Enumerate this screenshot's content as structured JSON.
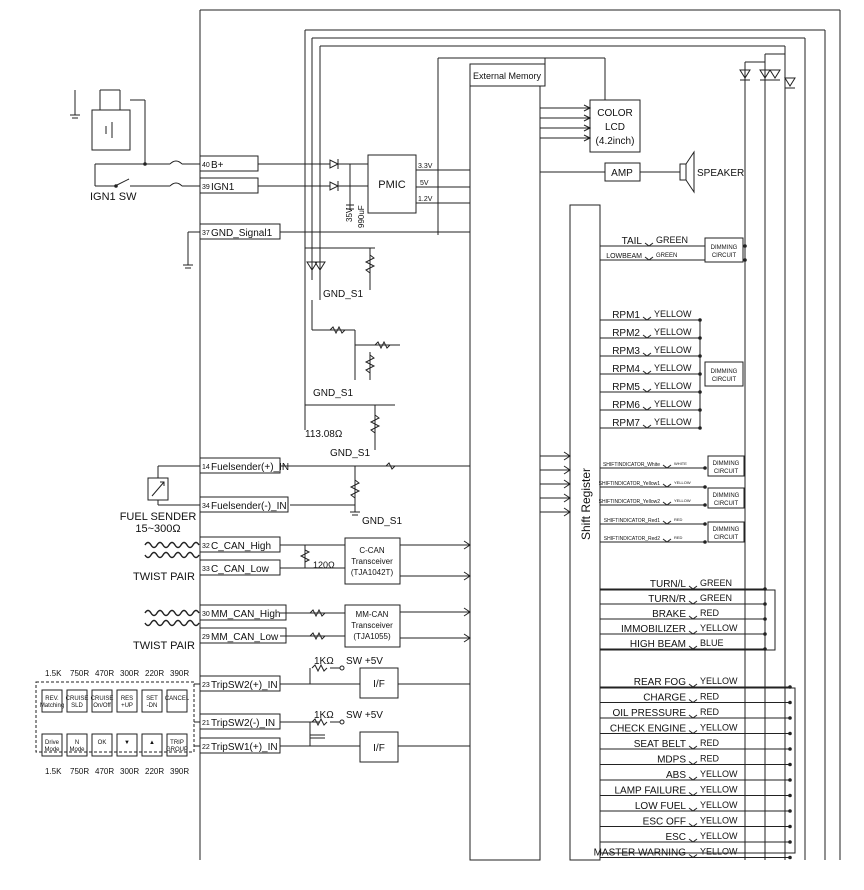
{
  "components": {
    "external_memory": "External Memory",
    "color_lcd": [
      "COLOR",
      "LCD",
      "(4.2inch)"
    ],
    "amp": "AMP",
    "speaker": "SPEAKER",
    "pmic": "PMIC",
    "pmic_out_33": "3.3V",
    "pmic_out_5": "5V",
    "pmic_out_12": "1.2V",
    "cap_35v": "35V",
    "cap_990uf": "990uF",
    "ign1_sw": "IGN1 SW",
    "shift_register": "Shift Register",
    "ccan": [
      "C-CAN",
      "Transceiver",
      "(TJA1042T)"
    ],
    "mmcan": [
      "MM-CAN",
      "Transceiver",
      "(TJA1055)"
    ],
    "ccan_res": "120Ω",
    "res_113": "113.08Ω",
    "fuel_sender": [
      "FUEL SENDER",
      "15~300Ω"
    ],
    "twist_pair": "TWIST PAIR",
    "if_label": "I/F",
    "res_1k": "1KΩ",
    "sw5v": "SW +5V",
    "gnd_s1": "GND_S1"
  },
  "pins": [
    {
      "num": "40",
      "label": "B+"
    },
    {
      "num": "39",
      "label": "IGN1"
    },
    {
      "num": "37",
      "label": "GND_Signal1"
    },
    {
      "num": "14",
      "label": "Fuelsender(+)_IN"
    },
    {
      "num": "34",
      "label": "Fuelsender(-)_IN"
    },
    {
      "num": "32",
      "label": "C_CAN_High"
    },
    {
      "num": "33",
      "label": "C_CAN_Low"
    },
    {
      "num": "30",
      "label": "MM_CAN_High"
    },
    {
      "num": "29",
      "label": "MM_CAN_Low"
    },
    {
      "num": "23",
      "label": "TripSW2(+)_IN"
    },
    {
      "num": "21",
      "label": "TripSW2(-)_IN"
    },
    {
      "num": "22",
      "label": "TripSW1(+)_IN"
    }
  ],
  "lamps_top": [
    {
      "name": "TAIL",
      "color": "GREEN"
    },
    {
      "name": "LOWBEAM",
      "color": "GREEN"
    }
  ],
  "dimming": "DIMMING CIRCUIT",
  "rpm": [
    {
      "name": "RPM1",
      "color": "YELLOW"
    },
    {
      "name": "RPM2",
      "color": "YELLOW"
    },
    {
      "name": "RPM3",
      "color": "YELLOW"
    },
    {
      "name": "RPM4",
      "color": "YELLOW"
    },
    {
      "name": "RPM5",
      "color": "YELLOW"
    },
    {
      "name": "RPM6",
      "color": "YELLOW"
    },
    {
      "name": "RPM7",
      "color": "YELLOW"
    }
  ],
  "shift_ind": [
    {
      "name": "SHIFTINDICATOR_White",
      "color": "WHITE"
    },
    {
      "name": "SHIFTINDICATOR_Yellow1",
      "color": "YELLOW"
    },
    {
      "name": "SHIFTINDICATOR_Yellow2",
      "color": "YELLOW"
    },
    {
      "name": "SHIFTINDICATOR_Red1",
      "color": "RED"
    },
    {
      "name": "SHIFTINDICATOR_Red2",
      "color": "RED"
    }
  ],
  "warn_group1": [
    {
      "name": "TURN/L",
      "color": "GREEN"
    },
    {
      "name": "TURN/R",
      "color": "GREEN"
    },
    {
      "name": "BRAKE",
      "color": "RED"
    },
    {
      "name": "IMMOBILIZER",
      "color": "YELLOW"
    },
    {
      "name": "HIGH BEAM",
      "color": "BLUE"
    }
  ],
  "warn_group2": [
    {
      "name": "REAR FOG",
      "color": "YELLOW"
    },
    {
      "name": "CHARGE",
      "color": "RED"
    },
    {
      "name": "OIL PRESSURE",
      "color": "RED"
    },
    {
      "name": "CHECK ENGINE",
      "color": "YELLOW"
    },
    {
      "name": "SEAT BELT",
      "color": "RED"
    },
    {
      "name": "MDPS",
      "color": "RED"
    },
    {
      "name": "ABS",
      "color": "YELLOW"
    },
    {
      "name": "LAMP FAILURE",
      "color": "YELLOW"
    },
    {
      "name": "LOW FUEL",
      "color": "YELLOW"
    },
    {
      "name": "ESC OFF",
      "color": "YELLOW"
    },
    {
      "name": "ESC",
      "color": "YELLOW"
    },
    {
      "name": "MASTER WARNING",
      "color": "YELLOW"
    }
  ],
  "switch_res_top": [
    "1.5K",
    "750R",
    "470R",
    "300R",
    "220R",
    "390R"
  ],
  "switch_labels_top": [
    "REV. Matching",
    "CRUISE SLD",
    "CRUISE On/Off",
    "RES +UP",
    "SET -DN",
    "CANCEL"
  ],
  "switch_res_bot": [
    "1.5K",
    "750R",
    "470R",
    "300R",
    "220R",
    "390R"
  ],
  "switch_labels_bot": [
    "Drive Mode",
    "N Mode",
    "OK",
    "▼",
    "▲",
    "TRIP GROUP"
  ]
}
